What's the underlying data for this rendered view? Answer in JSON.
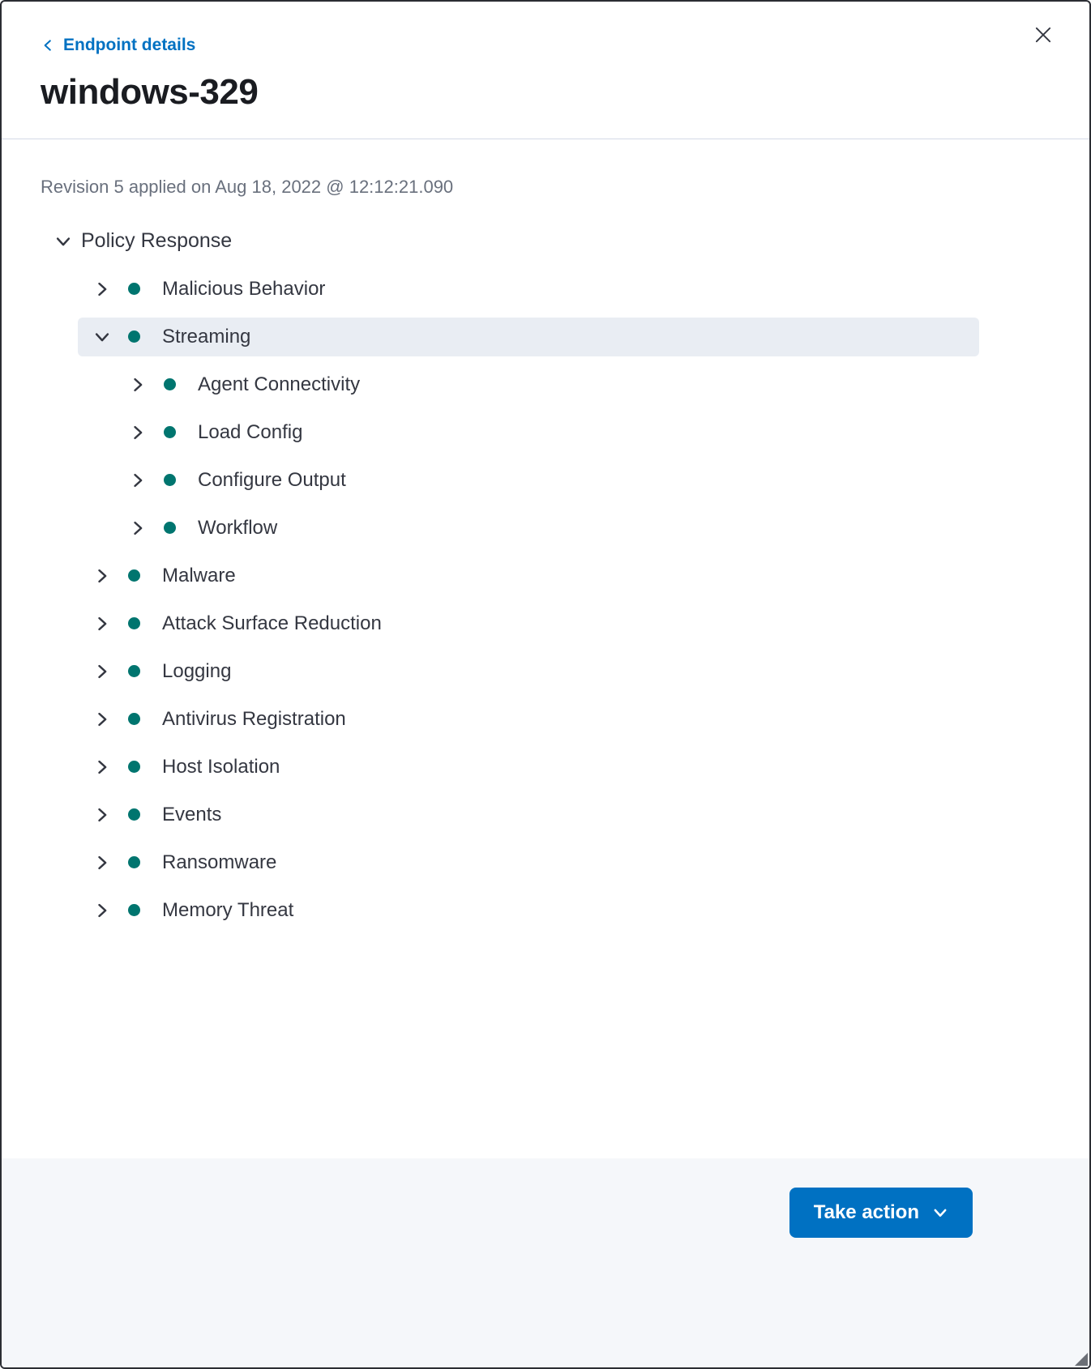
{
  "header": {
    "back_link_label": "Endpoint details",
    "title": "windows-329"
  },
  "meta": {
    "revision_text": "Revision 5 applied on Aug 18, 2022 @ 12:12:21.090"
  },
  "tree": {
    "root": {
      "label": "Policy Response",
      "expanded": true
    },
    "items": [
      {
        "label": "Malicious Behavior",
        "level": 1,
        "expanded": false,
        "selected": false
      },
      {
        "label": "Streaming",
        "level": 1,
        "expanded": true,
        "selected": true
      },
      {
        "label": "Agent Connectivity",
        "level": 2,
        "expanded": false,
        "selected": false
      },
      {
        "label": "Load Config",
        "level": 2,
        "expanded": false,
        "selected": false
      },
      {
        "label": "Configure Output",
        "level": 2,
        "expanded": false,
        "selected": false
      },
      {
        "label": "Workflow",
        "level": 2,
        "expanded": false,
        "selected": false
      },
      {
        "label": "Malware",
        "level": 1,
        "expanded": false,
        "selected": false
      },
      {
        "label": "Attack Surface Reduction",
        "level": 1,
        "expanded": false,
        "selected": false
      },
      {
        "label": "Logging",
        "level": 1,
        "expanded": false,
        "selected": false
      },
      {
        "label": "Antivirus Registration",
        "level": 1,
        "expanded": false,
        "selected": false
      },
      {
        "label": "Host Isolation",
        "level": 1,
        "expanded": false,
        "selected": false
      },
      {
        "label": "Events",
        "level": 1,
        "expanded": false,
        "selected": false
      },
      {
        "label": "Ransomware",
        "level": 1,
        "expanded": false,
        "selected": false
      },
      {
        "label": "Memory Threat",
        "level": 1,
        "expanded": false,
        "selected": false
      }
    ]
  },
  "footer": {
    "take_action_label": "Take action"
  },
  "colors": {
    "link_blue": "#0071c2",
    "status_dot_teal": "#00756f",
    "selected_row_bg": "#e9edf3",
    "footer_bg": "#f5f7fa",
    "button_blue": "#0071c2",
    "title_text": "#1a1c21",
    "muted_text": "#69707d"
  },
  "icons": {
    "close": "close-icon",
    "back": "chevron-left-icon",
    "expanded": "chevron-down-icon",
    "collapsed": "chevron-right-icon",
    "status": "status-dot-icon"
  }
}
